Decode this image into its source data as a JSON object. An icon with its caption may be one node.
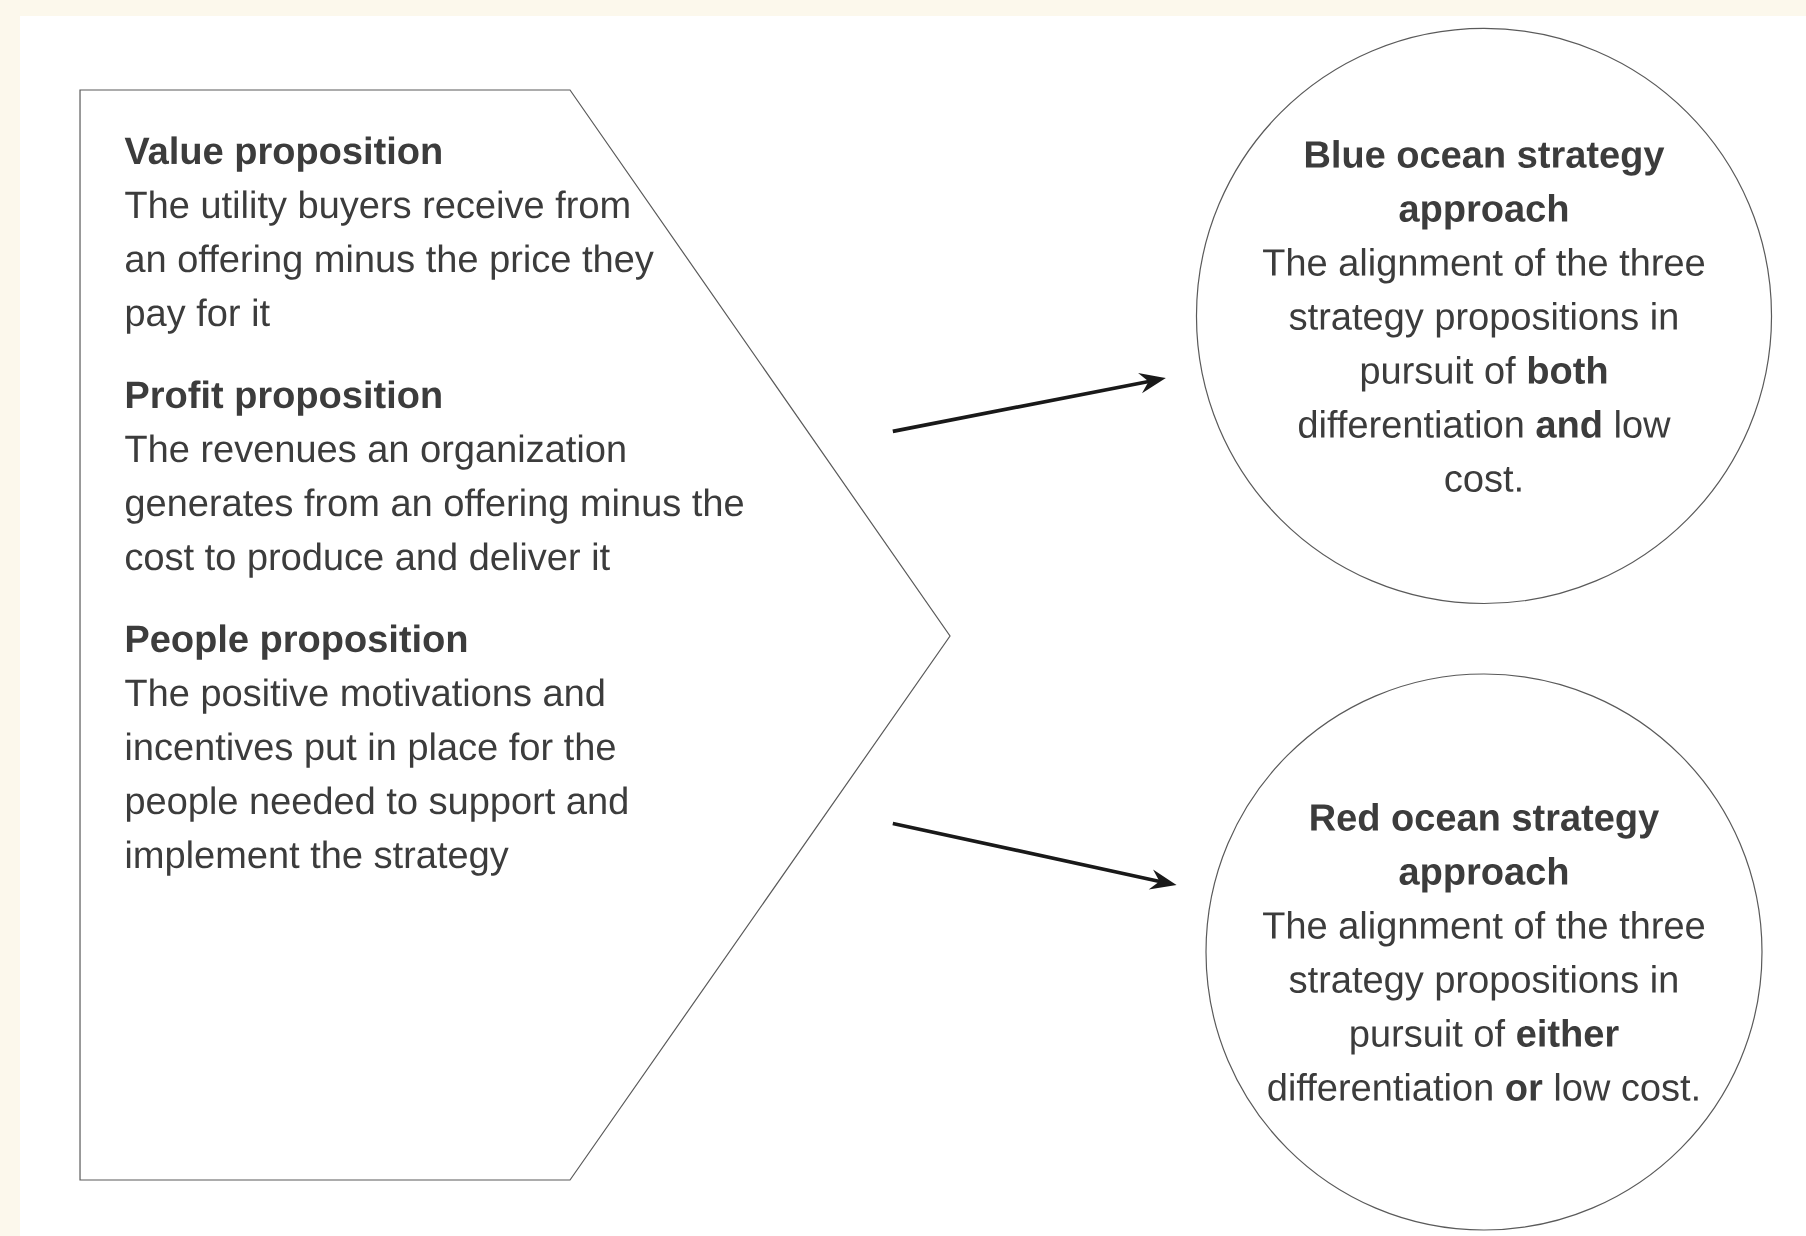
{
  "diagram": {
    "nodes": [
      {
        "text": [
          "Value proposition",
          "The utility buyers receive from an offering minus the price they pay for it",
          "Profit proposition",
          "The revenues an organization generates from an offering minus the cost to produce and deliver it",
          "People proposition",
          "The positive motivations and incentives put in place for the people needed to support and implement the strategy"
        ]
      },
      {
        "text": [
          "Blue ocean strategy approach",
          "The alignment of the three strategy propositions in pursuit of **both** differentiation **and** low cost."
        ]
      },
      {
        "text": [
          "Red ocean strategy approach",
          "The alignment of the three strategy propositions in pursuit of **either** differentiation **or** low cost."
        ]
      }
    ],
    "edges": [
      {
        "from": 0,
        "to": 1,
        "arrow": "to"
      },
      {
        "from": 0,
        "to": 2,
        "arrow": "to"
      }
    ]
  }
}
